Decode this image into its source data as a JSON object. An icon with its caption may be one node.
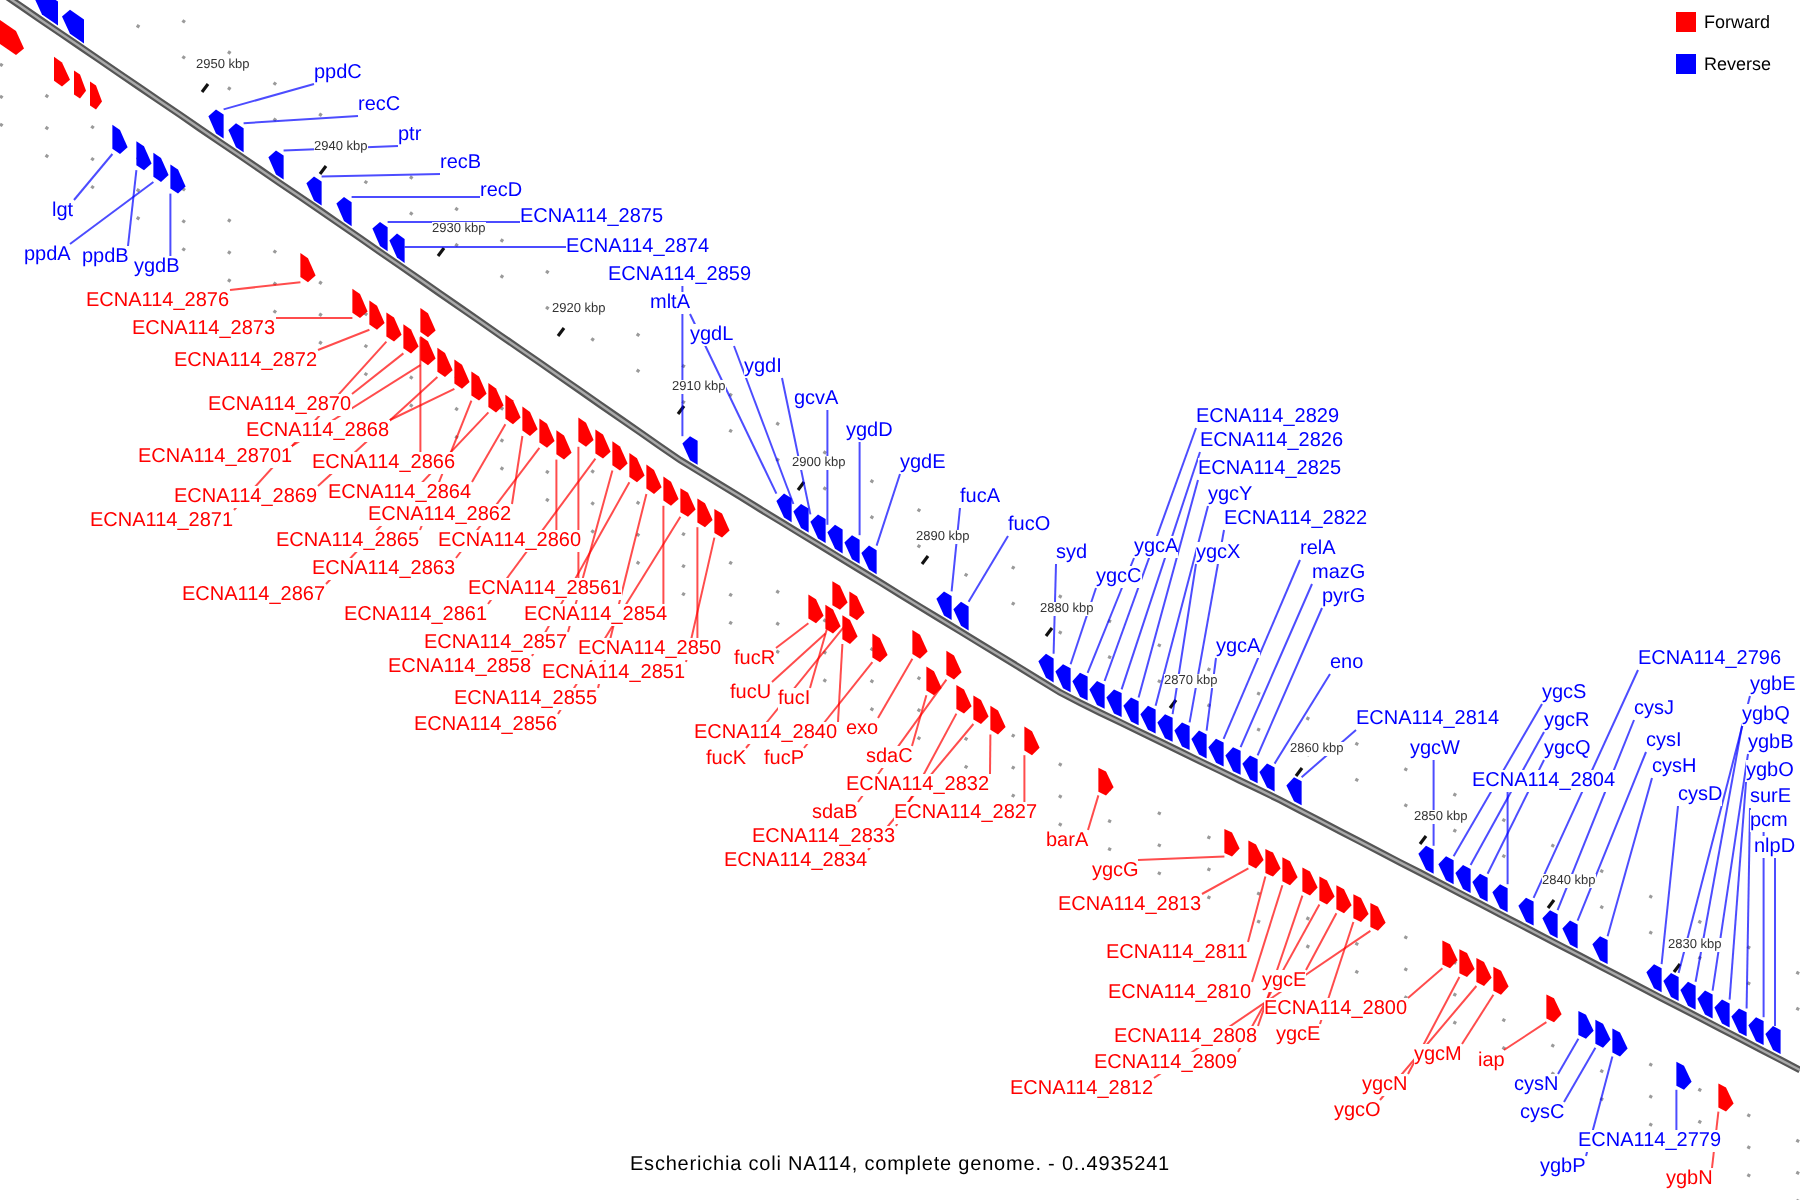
{
  "diagram": {
    "caption": "Escherichia coli NA114, complete genome. - 0..4935241",
    "nodes": [
      {
        "text": [
          "ppdC"
        ]
      },
      {
        "text": [
          "recC"
        ]
      },
      {
        "text": [
          "ptr"
        ]
      },
      {
        "text": [
          "recB"
        ]
      },
      {
        "text": [
          "recD"
        ]
      },
      {
        "text": [
          "ECNA114_2875"
        ]
      },
      {
        "text": [
          "ECNA114_2874"
        ]
      },
      {
        "text": [
          "ECNA114_2859"
        ]
      },
      {
        "text": [
          "mltA"
        ]
      },
      {
        "text": [
          "ygdL"
        ]
      },
      {
        "text": [
          "ygdI"
        ]
      },
      {
        "text": [
          "gcvA"
        ]
      },
      {
        "text": [
          "ygdD"
        ]
      },
      {
        "text": [
          "ygdE"
        ]
      },
      {
        "text": [
          "lgt"
        ]
      },
      {
        "text": [
          "ppdA"
        ]
      },
      {
        "text": [
          "ppdB"
        ]
      },
      {
        "text": [
          "ygdB"
        ]
      },
      {
        "text": [
          "fucA"
        ]
      },
      {
        "text": [
          "fucO"
        ]
      },
      {
        "text": [
          "syd"
        ]
      },
      {
        "text": [
          "ygcC"
        ]
      },
      {
        "text": [
          "ygcA"
        ]
      },
      {
        "text": [
          "ECNA114_2829"
        ]
      },
      {
        "text": [
          "ECNA114_2826"
        ]
      },
      {
        "text": [
          "ECNA114_2825"
        ]
      },
      {
        "text": [
          "ygcY"
        ]
      },
      {
        "text": [
          "ygcX"
        ]
      },
      {
        "text": [
          "ECNA114_2822"
        ]
      },
      {
        "text": [
          "relA"
        ]
      },
      {
        "text": [
          "mazG"
        ]
      },
      {
        "text": [
          "pyrG"
        ]
      },
      {
        "text": [
          "ygcA"
        ]
      },
      {
        "text": [
          "eno"
        ]
      },
      {
        "text": [
          "ECNA114_2814"
        ]
      },
      {
        "text": [
          "ygcW"
        ]
      },
      {
        "text": [
          "ygcS"
        ]
      },
      {
        "text": [
          "ygcR"
        ]
      },
      {
        "text": [
          "ygcQ"
        ]
      },
      {
        "text": [
          "ECNA114_2804"
        ]
      },
      {
        "text": [
          "ECNA114_2796"
        ]
      },
      {
        "text": [
          "cysJ"
        ]
      },
      {
        "text": [
          "cysI"
        ]
      },
      {
        "text": [
          "cysH"
        ]
      },
      {
        "text": [
          "cysD"
        ]
      },
      {
        "text": [
          "ygbE"
        ]
      },
      {
        "text": [
          "ygbQ"
        ]
      },
      {
        "text": [
          "ygbB"
        ]
      },
      {
        "text": [
          "ygbO"
        ]
      },
      {
        "text": [
          "surE"
        ]
      },
      {
        "text": [
          "pcm"
        ]
      },
      {
        "text": [
          "nlpD"
        ]
      },
      {
        "text": [
          "cysN"
        ]
      },
      {
        "text": [
          "cysC"
        ]
      },
      {
        "text": [
          "ygbP"
        ]
      },
      {
        "text": [
          "ECNA114_2779"
        ]
      },
      {
        "text": [
          "ECNA114_2876"
        ]
      },
      {
        "text": [
          "ECNA114_2873"
        ]
      },
      {
        "text": [
          "ECNA114_2872"
        ]
      },
      {
        "text": [
          "ECNA114_2870"
        ]
      },
      {
        "text": [
          "ECNA114_2868"
        ]
      },
      {
        "text": [
          "ECNA114_28701"
        ]
      },
      {
        "text": [
          "ECNA114_2866"
        ]
      },
      {
        "text": [
          "ECNA114_2869"
        ]
      },
      {
        "text": [
          "ECNA114_2864"
        ]
      },
      {
        "text": [
          "ECNA114_2871"
        ]
      },
      {
        "text": [
          "ECNA114_2862"
        ]
      },
      {
        "text": [
          "ECNA114_2865"
        ]
      },
      {
        "text": [
          "ECNA114_2860"
        ]
      },
      {
        "text": [
          "ECNA114_2863"
        ]
      },
      {
        "text": [
          "ECNA114_28561"
        ]
      },
      {
        "text": [
          "ECNA114_2867"
        ]
      },
      {
        "text": [
          "ECNA114_2861"
        ]
      },
      {
        "text": [
          "ECNA114_2854"
        ]
      },
      {
        "text": [
          "ECNA114_2857"
        ]
      },
      {
        "text": [
          "ECNA114_2858"
        ]
      },
      {
        "text": [
          "ECNA114_2850"
        ]
      },
      {
        "text": [
          "ECNA114_2851"
        ]
      },
      {
        "text": [
          "ECNA114_2855"
        ]
      },
      {
        "text": [
          "ECNA114_2856"
        ]
      },
      {
        "text": [
          "fucR"
        ]
      },
      {
        "text": [
          "fucU"
        ]
      },
      {
        "text": [
          "fucI"
        ]
      },
      {
        "text": [
          "ECNA114_2840"
        ]
      },
      {
        "text": [
          "exo"
        ]
      },
      {
        "text": [
          "fucK"
        ]
      },
      {
        "text": [
          "fucP"
        ]
      },
      {
        "text": [
          "sdaC"
        ]
      },
      {
        "text": [
          "ECNA114_2832"
        ]
      },
      {
        "text": [
          "sdaB"
        ]
      },
      {
        "text": [
          "ECNA114_2827"
        ]
      },
      {
        "text": [
          "ECNA114_2833"
        ]
      },
      {
        "text": [
          "ECNA114_2834"
        ]
      },
      {
        "text": [
          "barA"
        ]
      },
      {
        "text": [
          "ygcG"
        ]
      },
      {
        "text": [
          "ECNA114_2813"
        ]
      },
      {
        "text": [
          "ECNA114_2811"
        ]
      },
      {
        "text": [
          "ECNA114_2810"
        ]
      },
      {
        "text": [
          "ygcE"
        ]
      },
      {
        "text": [
          "ECNA114_2800"
        ]
      },
      {
        "text": [
          "ECNA114_2808"
        ]
      },
      {
        "text": [
          "ygcE"
        ]
      },
      {
        "text": [
          "ECNA114_2809"
        ]
      },
      {
        "text": [
          "ECNA114_2812"
        ]
      },
      {
        "text": [
          "ygcM"
        ]
      },
      {
        "text": [
          "ygcN"
        ]
      },
      {
        "text": [
          "ygcO"
        ]
      },
      {
        "text": [
          "iap"
        ]
      },
      {
        "text": [
          "ygbN"
        ]
      },
      {
        "text": [],
        "shape": "pentagon"
      },
      {
        "text": [],
        "shape": "pentagon"
      },
      {
        "text": [],
        "shape": "pentagon"
      },
      {
        "text": [],
        "shape": "pentagon"
      },
      {
        "text": [],
        "shape": "pentagon"
      },
      {
        "text": [],
        "shape": "pentagon"
      },
      {
        "text": [],
        "shape": "pentagon"
      },
      {
        "text": [],
        "shape": "pentagon"
      },
      {
        "text": [],
        "shape": "pentagon"
      },
      {
        "text": [],
        "shape": "pentagon"
      },
      {
        "text": [],
        "shape": "pentagon"
      },
      {
        "text": [],
        "shape": "pentagon"
      },
      {
        "text": [],
        "shape": "pentagon"
      },
      {
        "text": [],
        "shape": "pentagon"
      },
      {
        "text": [],
        "shape": "pentagon"
      },
      {
        "text": [],
        "shape": "pentagon"
      },
      {
        "text": [],
        "shape": "pentagon"
      },
      {
        "text": [],
        "shape": "pentagon"
      },
      {
        "text": [],
        "shape": "pentagon"
      },
      {
        "text": [],
        "shape": "pentagon"
      },
      {
        "text": [],
        "shape": "pentagon"
      },
      {
        "text": [],
        "shape": "pentagon"
      },
      {
        "text": [],
        "shape": "pentagon"
      },
      {
        "text": [],
        "shape": "pentagon"
      },
      {
        "text": [],
        "shape": "pentagon"
      },
      {
        "text": [],
        "shape": "pentagon"
      },
      {
        "text": [],
        "shape": "pentagon"
      },
      {
        "text": [],
        "shape": "pentagon"
      },
      {
        "text": [],
        "shape": "pentagon"
      },
      {
        "text": [],
        "shape": "pentagon"
      },
      {
        "text": [],
        "shape": "pentagon"
      },
      {
        "text": [],
        "shape": "pentagon"
      },
      {
        "text": [],
        "shape": "pentagon"
      },
      {
        "text": [],
        "shape": "pentagon"
      },
      {
        "text": [],
        "shape": "pentagon"
      },
      {
        "text": [],
        "shape": "pentagon"
      },
      {
        "text": [],
        "shape": "pentagon"
      },
      {
        "text": [],
        "shape": "pentagon"
      },
      {
        "text": [],
        "shape": "pentagon"
      },
      {
        "text": [],
        "shape": "pentagon"
      },
      {
        "text": [],
        "shape": "pentagon"
      },
      {
        "text": [],
        "shape": "pentagon"
      },
      {
        "text": [],
        "shape": "pentagon"
      },
      {
        "text": [],
        "shape": "pentagon"
      },
      {
        "text": [],
        "shape": "pentagon"
      },
      {
        "text": [],
        "shape": "pentagon"
      },
      {
        "text": [],
        "shape": "pentagon"
      },
      {
        "text": [],
        "shape": "pentagon"
      },
      {
        "text": [],
        "shape": "pentagon"
      },
      {
        "text": [],
        "shape": "pentagon"
      },
      {
        "text": [],
        "shape": "pentagon"
      },
      {
        "text": [],
        "shape": "pentagon"
      },
      {
        "text": [],
        "shape": "pentagon"
      },
      {
        "text": [],
        "shape": "pentagon"
      },
      {
        "text": [],
        "shape": "pentagon"
      },
      {
        "text": [],
        "shape": "pentagon"
      },
      {
        "text": [],
        "shape": "pentagon"
      },
      {
        "text": [],
        "shape": "pentagon"
      },
      {
        "text": [],
        "shape": "pentagon"
      },
      {
        "text": [],
        "shape": "pentagon"
      },
      {
        "text": [],
        "shape": "pentagon"
      },
      {
        "text": [],
        "shape": "pentagon"
      },
      {
        "text": [],
        "shape": "pentagon"
      },
      {
        "text": [],
        "shape": "pentagon"
      },
      {
        "text": [],
        "shape": "pentagon"
      },
      {
        "text": [],
        "shape": "pentagon"
      },
      {
        "text": [],
        "shape": "pentagon"
      },
      {
        "text": [],
        "shape": "pentagon"
      },
      {
        "text": [],
        "shape": "pentagon"
      },
      {
        "text": [],
        "shape": "pentagon"
      },
      {
        "text": [],
        "shape": "pentagon"
      },
      {
        "text": [],
        "shape": "pentagon"
      },
      {
        "text": [],
        "shape": "pentagon"
      },
      {
        "text": [],
        "shape": "pentagon"
      },
      {
        "text": [],
        "shape": "pentagon"
      },
      {
        "text": [],
        "shape": "pentagon"
      },
      {
        "text": [],
        "shape": "pentagon"
      },
      {
        "text": [],
        "shape": "pentagon"
      },
      {
        "text": [],
        "shape": "pentagon"
      },
      {
        "text": [],
        "shape": "pentagon"
      },
      {
        "text": [],
        "shape": "pentagon"
      },
      {
        "text": [],
        "shape": "pentagon"
      },
      {
        "text": [],
        "shape": "pentagon"
      },
      {
        "text": [],
        "shape": "pentagon"
      },
      {
        "text": [],
        "shape": "pentagon"
      },
      {
        "text": [],
        "shape": "pentagon"
      },
      {
        "text": [],
        "shape": "pentagon"
      },
      {
        "text": [],
        "shape": "pentagon"
      },
      {
        "text": [],
        "shape": "pentagon"
      },
      {
        "text": [],
        "shape": "pentagon"
      },
      {
        "text": [],
        "shape": "pentagon"
      },
      {
        "text": [],
        "shape": "pentagon"
      },
      {
        "text": [],
        "shape": "pentagon"
      },
      {
        "text": [],
        "shape": "pentagon"
      },
      {
        "text": [],
        "shape": "pentagon"
      },
      {
        "text": [],
        "shape": "pentagon"
      },
      {
        "text": [],
        "shape": "pentagon"
      },
      {
        "text": [],
        "shape": "pentagon"
      },
      {
        "text": [],
        "shape": "pentagon"
      },
      {
        "text": [],
        "shape": "pentagon"
      },
      {
        "text": [],
        "shape": "pentagon"
      },
      {
        "text": [],
        "shape": "pentagon"
      },
      {
        "text": [],
        "shape": "pentagon"
      },
      {
        "text": [],
        "shape": "pentagon"
      },
      {
        "text": [],
        "shape": "pentagon"
      },
      {
        "text": [],
        "shape": "pentagon"
      },
      {
        "text": [],
        "shape": "pentagon"
      },
      {
        "text": [],
        "shape": "pentagon"
      },
      {
        "text": [],
        "shape": "pentagon"
      }
    ],
    "edges": [
      {
        "from": 0,
        "to": 109,
        "arrow": "none"
      },
      {
        "from": 1,
        "to": 110,
        "arrow": "none"
      },
      {
        "from": 2,
        "to": 111,
        "arrow": "none"
      },
      {
        "from": 3,
        "to": 112,
        "arrow": "none"
      },
      {
        "from": 4,
        "to": 113,
        "arrow": "none"
      },
      {
        "from": 5,
        "to": 114,
        "arrow": "none"
      },
      {
        "from": 6,
        "to": 115,
        "arrow": "none"
      },
      {
        "from": 7,
        "to": 116,
        "arrow": "none"
      },
      {
        "from": 8,
        "to": 117,
        "arrow": "none"
      },
      {
        "from": 9,
        "to": 118,
        "arrow": "none"
      },
      {
        "from": 10,
        "to": 119,
        "arrow": "none"
      },
      {
        "from": 11,
        "to": 120,
        "arrow": "none"
      },
      {
        "from": 12,
        "to": 121,
        "arrow": "none"
      },
      {
        "from": 13,
        "to": 122,
        "arrow": "none"
      },
      {
        "from": 14,
        "to": 123,
        "arrow": "none"
      },
      {
        "from": 15,
        "to": 124,
        "arrow": "none"
      },
      {
        "from": 16,
        "to": 125,
        "arrow": "none"
      },
      {
        "from": 17,
        "to": 126,
        "arrow": "none"
      },
      {
        "from": 18,
        "to": 127,
        "arrow": "none"
      },
      {
        "from": 19,
        "to": 128,
        "arrow": "none"
      },
      {
        "from": 20,
        "to": 129,
        "arrow": "none"
      },
      {
        "from": 21,
        "to": 130,
        "arrow": "none"
      },
      {
        "from": 22,
        "to": 131,
        "arrow": "none"
      },
      {
        "from": 23,
        "to": 132,
        "arrow": "none"
      },
      {
        "from": 24,
        "to": 133,
        "arrow": "none"
      },
      {
        "from": 25,
        "to": 134,
        "arrow": "none"
      },
      {
        "from": 26,
        "to": 135,
        "arrow": "none"
      },
      {
        "from": 27,
        "to": 136,
        "arrow": "none"
      },
      {
        "from": 28,
        "to": 137,
        "arrow": "none"
      },
      {
        "from": 29,
        "to": 138,
        "arrow": "none"
      },
      {
        "from": 30,
        "to": 139,
        "arrow": "none"
      },
      {
        "from": 31,
        "to": 140,
        "arrow": "none"
      },
      {
        "from": 32,
        "to": 141,
        "arrow": "none"
      },
      {
        "from": 33,
        "to": 142,
        "arrow": "none"
      },
      {
        "from": 34,
        "to": 143,
        "arrow": "none"
      },
      {
        "from": 35,
        "to": 144,
        "arrow": "none"
      },
      {
        "from": 36,
        "to": 145,
        "arrow": "none"
      },
      {
        "from": 37,
        "to": 146,
        "arrow": "none"
      },
      {
        "from": 38,
        "to": 147,
        "arrow": "none"
      },
      {
        "from": 39,
        "to": 148,
        "arrow": "none"
      },
      {
        "from": 40,
        "to": 149,
        "arrow": "none"
      },
      {
        "from": 41,
        "to": 150,
        "arrow": "none"
      },
      {
        "from": 42,
        "to": 151,
        "arrow": "none"
      },
      {
        "from": 43,
        "to": 152,
        "arrow": "none"
      },
      {
        "from": 44,
        "to": 153,
        "arrow": "none"
      },
      {
        "from": 45,
        "to": 154,
        "arrow": "none"
      },
      {
        "from": 46,
        "to": 155,
        "arrow": "none"
      },
      {
        "from": 47,
        "to": 156,
        "arrow": "none"
      },
      {
        "from": 48,
        "to": 157,
        "arrow": "none"
      },
      {
        "from": 49,
        "to": 158,
        "arrow": "none"
      },
      {
        "from": 50,
        "to": 159,
        "arrow": "none"
      },
      {
        "from": 51,
        "to": 160,
        "arrow": "none"
      },
      {
        "from": 52,
        "to": 161,
        "arrow": "none"
      },
      {
        "from": 53,
        "to": 162,
        "arrow": "none"
      },
      {
        "from": 54,
        "to": 163,
        "arrow": "none"
      },
      {
        "from": 55,
        "to": 164,
        "arrow": "none"
      },
      {
        "from": 56,
        "to": 165,
        "arrow": "none",
        "color": "#ff0000"
      },
      {
        "from": 57,
        "to": 166,
        "arrow": "none",
        "color": "#ff0000"
      },
      {
        "from": 58,
        "to": 167,
        "arrow": "none",
        "color": "#ff0000"
      },
      {
        "from": 59,
        "to": 168,
        "arrow": "none",
        "color": "#ff0000"
      },
      {
        "from": 60,
        "to": 169,
        "arrow": "none",
        "color": "#ff0000"
      },
      {
        "from": 61,
        "to": 170,
        "arrow": "none",
        "color": "#ff0000"
      },
      {
        "from": 62,
        "to": 171,
        "arrow": "none",
        "color": "#ff0000"
      },
      {
        "from": 63,
        "to": 172,
        "arrow": "none",
        "color": "#ff0000"
      },
      {
        "from": 64,
        "to": 173,
        "arrow": "none",
        "color": "#ff0000"
      },
      {
        "from": 65,
        "to": 174,
        "arrow": "none",
        "color": "#ff0000"
      },
      {
        "from": 66,
        "to": 175,
        "arrow": "none",
        "color": "#ff0000"
      },
      {
        "from": 67,
        "to": 176,
        "arrow": "none",
        "color": "#ff0000"
      },
      {
        "from": 68,
        "to": 177,
        "arrow": "none",
        "color": "#ff0000"
      },
      {
        "from": 69,
        "to": 178,
        "arrow": "none",
        "color": "#ff0000"
      },
      {
        "from": 70,
        "to": 179,
        "arrow": "none",
        "color": "#ff0000"
      },
      {
        "from": 71,
        "to": 180,
        "arrow": "none",
        "color": "#ff0000"
      },
      {
        "from": 72,
        "to": 181,
        "arrow": "none",
        "color": "#ff0000"
      },
      {
        "from": 73,
        "to": 182,
        "arrow": "none",
        "color": "#ff0000"
      },
      {
        "from": 74,
        "to": 183,
        "arrow": "none",
        "color": "#ff0000"
      },
      {
        "from": 75,
        "to": 184,
        "arrow": "none",
        "color": "#ff0000"
      },
      {
        "from": 76,
        "to": 185,
        "arrow": "none",
        "color": "#ff0000"
      },
      {
        "from": 77,
        "to": 186,
        "arrow": "none",
        "color": "#ff0000"
      },
      {
        "from": 78,
        "to": 187,
        "arrow": "none",
        "color": "#ff0000"
      },
      {
        "from": 79,
        "to": 188,
        "arrow": "none",
        "color": "#ff0000"
      },
      {
        "from": 80,
        "to": 189,
        "arrow": "none",
        "color": "#ff0000"
      },
      {
        "from": 81,
        "to": 190,
        "arrow": "none",
        "color": "#ff0000"
      },
      {
        "from": 82,
        "to": 191,
        "arrow": "none",
        "color": "#ff0000"
      },
      {
        "from": 83,
        "to": 192,
        "arrow": "none",
        "color": "#ff0000"
      },
      {
        "from": 84,
        "to": 193,
        "arrow": "none",
        "color": "#ff0000"
      },
      {
        "from": 85,
        "to": 194,
        "arrow": "none",
        "color": "#ff0000"
      },
      {
        "from": 86,
        "to": 195,
        "arrow": "none",
        "color": "#ff0000"
      },
      {
        "from": 87,
        "to": 196,
        "arrow": "none",
        "color": "#ff0000"
      },
      {
        "from": 88,
        "to": 197,
        "arrow": "none",
        "color": "#ff0000"
      },
      {
        "from": 89,
        "to": 198,
        "arrow": "none",
        "color": "#ff0000"
      },
      {
        "from": 90,
        "to": 199,
        "arrow": "none",
        "color": "#ff0000"
      },
      {
        "from": 91,
        "to": 200,
        "arrow": "none",
        "color": "#ff0000"
      },
      {
        "from": 92,
        "to": 201,
        "arrow": "none",
        "color": "#ff0000"
      },
      {
        "from": 93,
        "to": 202,
        "arrow": "none",
        "color": "#ff0000"
      },
      {
        "from": 94,
        "to": 203,
        "arrow": "none",
        "color": "#ff0000"
      },
      {
        "from": 95,
        "to": 204,
        "arrow": "none",
        "color": "#ff0000"
      },
      {
        "from": 96,
        "to": 205,
        "arrow": "none",
        "color": "#ff0000"
      },
      {
        "from": 97,
        "to": 206,
        "arrow": "none",
        "color": "#ff0000"
      },
      {
        "from": 98,
        "to": 207,
        "arrow": "none",
        "color": "#ff0000"
      },
      {
        "from": 99,
        "to": 208,
        "arrow": "none",
        "color": "#ff0000"
      },
      {
        "from": 100,
        "to": 209,
        "arrow": "none",
        "color": "#ff0000"
      },
      {
        "from": 101,
        "to": 210,
        "arrow": "none",
        "color": "#ff0000"
      },
      {
        "from": 102,
        "to": 211,
        "arrow": "none",
        "color": "#ff0000"
      },
      {
        "from": 103,
        "to": 212,
        "arrow": "none",
        "color": "#ff0000"
      },
      {
        "from": 104,
        "to": 213,
        "arrow": "none",
        "color": "#ff0000"
      },
      {
        "from": 105,
        "to": 214,
        "arrow": "none",
        "color": "#ff0000"
      },
      {
        "from": 106,
        "to": 215,
        "arrow": "none",
        "color": "#ff0000"
      },
      {
        "from": 107,
        "to": 216,
        "arrow": "none",
        "color": "#ff0000"
      },
      {
        "from": 108,
        "to": 217,
        "arrow": "none",
        "color": "#ff0000"
      }
    ],
    "labels": [
      "2950 kbp",
      "2940 kbp",
      "2930 kbp",
      "2920 kbp",
      "2910 kbp",
      "2900 kbp",
      "2890 kbp",
      "2880 kbp",
      "2870 kbp",
      "2860 kbp",
      "2850 kbp",
      "2840 kbp",
      "2830 kbp"
    ],
    "legend": [
      {
        "text": "Forward",
        "color": "#ff0000"
      },
      {
        "text": "Reverse",
        "color": "#0000ff"
      }
    ]
  }
}
